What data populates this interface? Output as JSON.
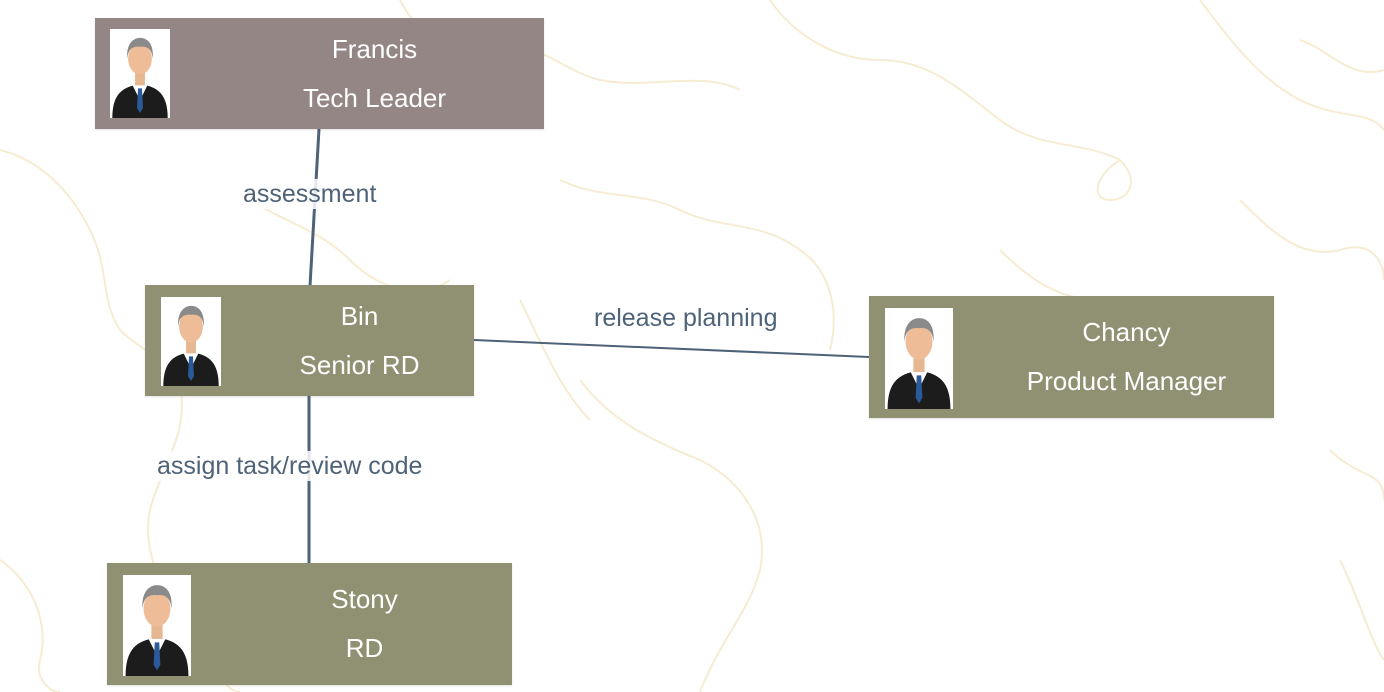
{
  "colors": {
    "leader_fill": "#948684",
    "member_fill": "#8f9172",
    "edge": "#4e6278",
    "map_outline": "#f7ecd2"
  },
  "nodes": {
    "francis": {
      "name": "Francis",
      "role": "Tech Leader",
      "icon": "person-avatar-icon"
    },
    "bin": {
      "name": "Bin",
      "role": "Senior RD",
      "icon": "person-avatar-icon"
    },
    "chancy": {
      "name": "Chancy",
      "role": "Product Manager",
      "icon": "person-avatar-icon"
    },
    "stony": {
      "name": "Stony",
      "role": "RD",
      "icon": "person-avatar-icon"
    }
  },
  "edges": {
    "francis_bin": "assessment",
    "bin_chancy": "release planning",
    "bin_stony": "assign task/review code"
  }
}
